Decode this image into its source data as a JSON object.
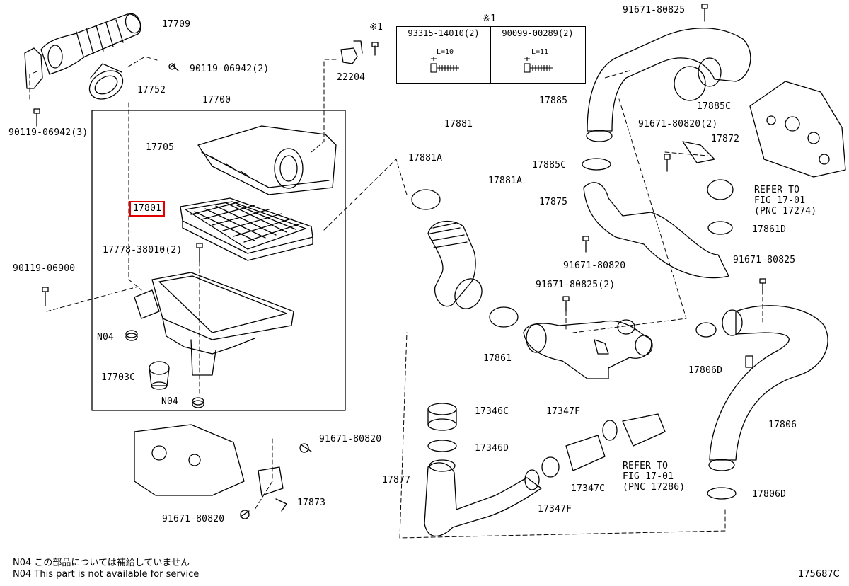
{
  "diagram": {
    "figure_id": "175687C",
    "highlight_part": "17801",
    "part_labels": [
      {
        "key": "p17709",
        "text": "17709"
      },
      {
        "key": "p90119_06942_2",
        "text": "90119-06942(2)"
      },
      {
        "key": "p17752",
        "text": "17752"
      },
      {
        "key": "p90119_06942_3",
        "text": "90119-06942(3)"
      },
      {
        "key": "p17700",
        "text": "17700"
      },
      {
        "key": "p17705",
        "text": "17705"
      },
      {
        "key": "p17801",
        "text": "17801"
      },
      {
        "key": "p17778",
        "text": "17778-38010(2)"
      },
      {
        "key": "p90119_06900",
        "text": "90119-06900"
      },
      {
        "key": "pN04a",
        "text": "N04"
      },
      {
        "key": "p17703C",
        "text": "17703C"
      },
      {
        "key": "pN04b",
        "text": "N04"
      },
      {
        "key": "p22204",
        "text": "22204"
      },
      {
        "key": "p17881",
        "text": "17881"
      },
      {
        "key": "p17881A_1",
        "text": "17881A"
      },
      {
        "key": "p17881A_2",
        "text": "17881A"
      },
      {
        "key": "p91671_80825_2",
        "text": "91671-80825(2)"
      },
      {
        "key": "p17861",
        "text": "17861"
      },
      {
        "key": "p91671_80825_top",
        "text": "91671-80825"
      },
      {
        "key": "p17885",
        "text": "17885"
      },
      {
        "key": "p17885C_1",
        "text": "17885C"
      },
      {
        "key": "p91671_80820_2",
        "text": "91671-80820(2)"
      },
      {
        "key": "p17872",
        "text": "17872"
      },
      {
        "key": "p17885C_2",
        "text": "17885C"
      },
      {
        "key": "p17875",
        "text": "17875"
      },
      {
        "key": "p17861D",
        "text": "17861D"
      },
      {
        "key": "p91671_80820_mid",
        "text": "91671-80820"
      },
      {
        "key": "p91671_80825_right",
        "text": "91671-80825"
      },
      {
        "key": "p17806D_1",
        "text": "17806D"
      },
      {
        "key": "p17806",
        "text": "17806"
      },
      {
        "key": "p17806D_2",
        "text": "17806D"
      },
      {
        "key": "p17346C",
        "text": "17346C"
      },
      {
        "key": "p17346D",
        "text": "17346D"
      },
      {
        "key": "p17347F_1",
        "text": "17347F"
      },
      {
        "key": "p17347C",
        "text": "17347C"
      },
      {
        "key": "p17347F_2",
        "text": "17347F"
      },
      {
        "key": "p17877",
        "text": "17877"
      },
      {
        "key": "p91671_80820_a",
        "text": "91671-80820"
      },
      {
        "key": "p17873",
        "text": "17873"
      },
      {
        "key": "p91671_80820_b",
        "text": "91671-80820"
      }
    ],
    "refer_1": {
      "line1": "REFER TO",
      "line2": "FIG 17-01",
      "line3": "(PNC 17274)"
    },
    "refer_2": {
      "line1": "REFER TO",
      "line2": "FIG 17-01",
      "line3": "(PNC 17286)"
    },
    "footnote_mark": "※1",
    "bolt_table": {
      "mark": "※1",
      "col1_header": "93315-14010(2)",
      "col2_header": "90099-00289(2)",
      "col1_length": "L=10",
      "col2_length": "L=11"
    },
    "notes": {
      "jp": "N04  この部品については補給していません",
      "en": "N04  This part is not available for service"
    }
  }
}
